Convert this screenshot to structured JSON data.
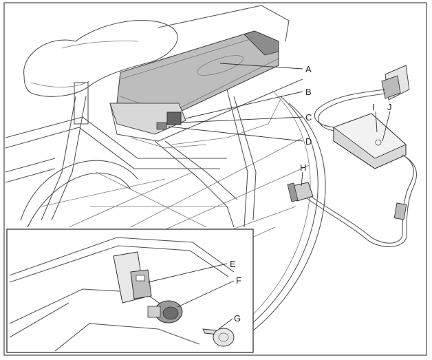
{
  "callouts": {
    "a": "A",
    "b": "B",
    "c": "C",
    "d": "D",
    "e": "E",
    "f": "F",
    "g": "G",
    "h": "H",
    "i": "I",
    "j": "J"
  },
  "colors": {
    "frame": "#555555",
    "battery_fill": "#bdbdbd",
    "battery_top": "#8c8c8c",
    "background": "#ffffff",
    "text": "#222222"
  }
}
